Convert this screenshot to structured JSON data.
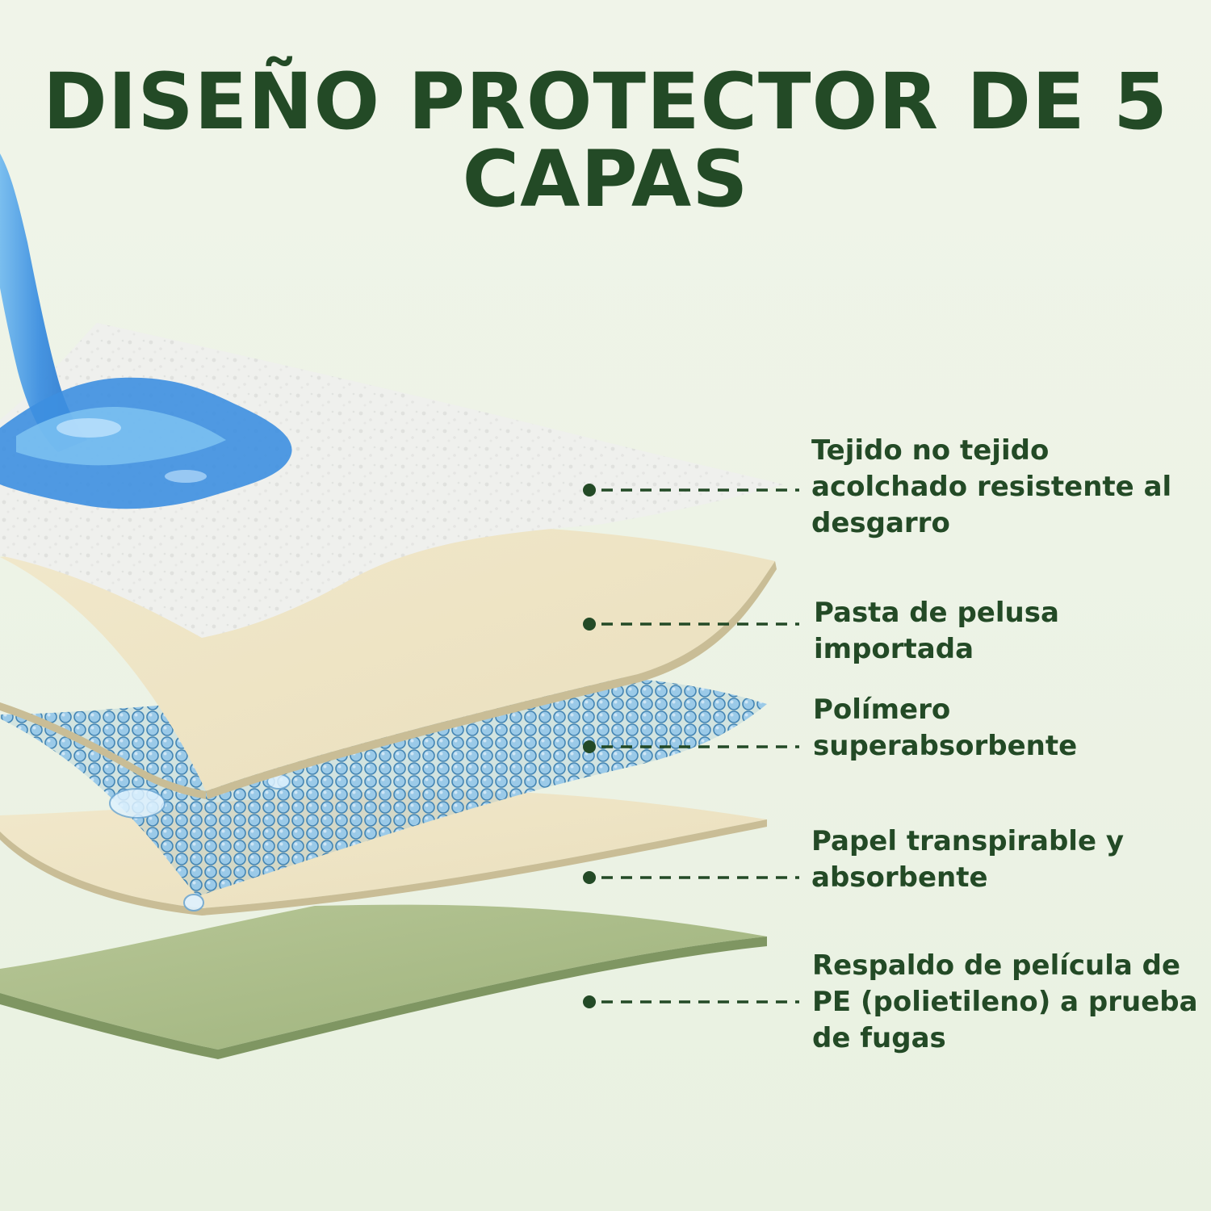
{
  "title": {
    "line1": "DISEÑO PROTECTOR DE 5",
    "line2": "CAPAS"
  },
  "colors": {
    "title": "#234a26",
    "label_text": "#234a26",
    "leader_line": "#234a26",
    "layer_top_nonwoven": "#e6e7e3",
    "layer_fluff_pulp": "#efe5c6",
    "layer_polymer": "#7fb6d8",
    "layer_paper": "#efe4c3",
    "layer_pe_backing": "#a9bb86",
    "liquid": "#3f92dc"
  },
  "layers": [
    {
      "name": "layer-nonwoven",
      "lines": [
        "Tejido no tejido",
        "acolchado resistente al",
        "desgarro"
      ]
    },
    {
      "name": "layer-fluff-pulp",
      "lines": [
        "Pasta de pelusa",
        "importada"
      ]
    },
    {
      "name": "layer-polymer",
      "lines": [
        "Polímero",
        "superabsorbente"
      ]
    },
    {
      "name": "layer-paper",
      "lines": [
        "Papel transpirable y",
        "absorbente"
      ]
    },
    {
      "name": "layer-pe-film",
      "lines": [
        "Respaldo de película de",
        "PE (polietileno) a prueba",
        "de fugas"
      ]
    }
  ]
}
